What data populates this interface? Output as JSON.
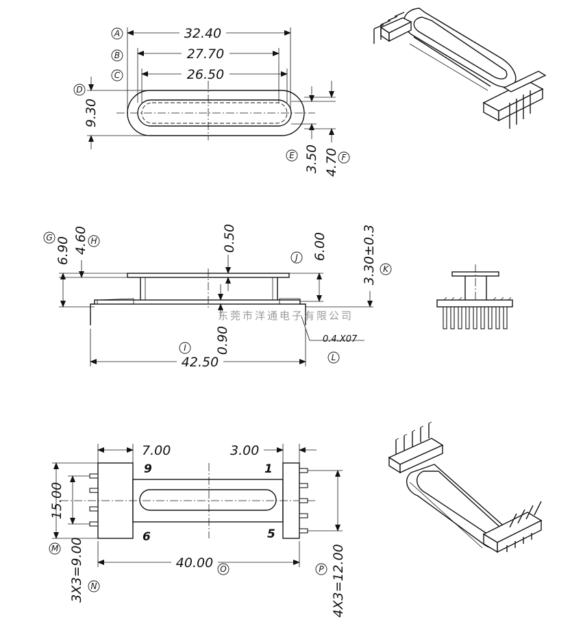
{
  "dimensions": {
    "a": "32.40",
    "b": "27.70",
    "c": "26.50",
    "d": "9.30",
    "e": "3.50",
    "f": "4.70",
    "g": "6.90",
    "h": "4.60",
    "top_flange": "0.50",
    "j": "6.00",
    "k": "3.30±0.3",
    "base": "0.90",
    "i": "42.50",
    "l": "0.4.X07",
    "n7": "7.00",
    "n3": "3.00",
    "s15": "15.00",
    "m": "3X3=9.00",
    "o": "40.00",
    "p": "4X3=12.00"
  },
  "callouts": [
    "A",
    "B",
    "C",
    "D",
    "E",
    "F",
    "G",
    "H",
    "J",
    "K",
    "I",
    "L",
    "M",
    "N",
    "O",
    "P"
  ],
  "pins": {
    "p9": "9",
    "p1": "1",
    "p6": "6",
    "p5": "5"
  },
  "watermark": "东莞市洋通电子有限公司",
  "colors": {
    "line": "#111111",
    "watermark": "#9a9a9a",
    "background": "#ffffff"
  },
  "icons": [
    "bobbin-isometric-top",
    "bobbin-end-view",
    "bobbin-isometric-bottom"
  ]
}
